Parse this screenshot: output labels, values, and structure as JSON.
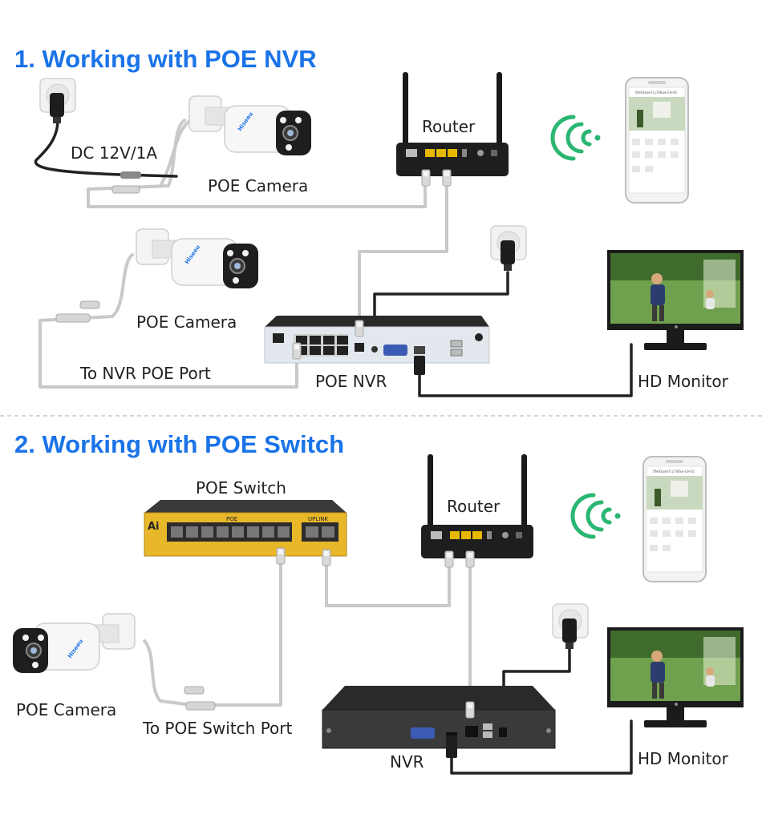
{
  "section1": {
    "title": "1. Working with POE NVR",
    "power_label": "DC 12V/1A",
    "camera_label_1": "POE Camera",
    "camera_label_2": "POE Camera",
    "router_label": "Router",
    "nvr_label": "POE NVR",
    "port_label": "To NVR POE Port",
    "monitor_label": "HD Monitor"
  },
  "section2": {
    "title": "2. Working with POE Switch",
    "switch_label": "POE Switch",
    "router_label": "Router",
    "camera_label": "POE Camera",
    "port_label": "To POE Switch Port",
    "nvr_label": "NVR",
    "monitor_label": "HD Monitor"
  },
  "device_text": {
    "camera_brand": "Hiseeu",
    "switch_brand": "Ai",
    "switch_poe": "POE",
    "switch_uplink": "UPLINK",
    "phone_header": "0fe93ade7cc746ae-CH-01"
  },
  "colors": {
    "title": "#1a73e8",
    "wifi": "#2bb673",
    "cable_data": "#c9c9c9",
    "cable_power": "#222222",
    "divider": "#bbbbbb"
  }
}
